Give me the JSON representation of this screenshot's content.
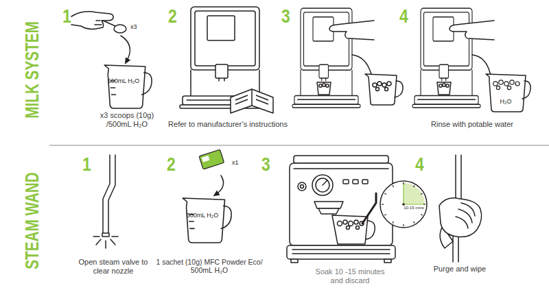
{
  "diagram": {
    "nodes": [
      {
        "text": [
          "500mL H₂O"
        ]
      },
      {
        "text": [
          "H₂O"
        ]
      },
      {
        "text": [
          "500mL H₂O"
        ]
      },
      {
        "text": [
          "10-15 mins"
        ]
      }
    ],
    "labels": [
      "MILK SYSTEM",
      "1",
      "x3",
      "x3 scoops (10g) /500mL H₂O",
      "2",
      "Refer to manufacturer’s instructions",
      "3",
      "4",
      "Rinse with potable water",
      "STEAM WAND",
      "1",
      "Open steam valve to clear nozzle",
      "2",
      "x1",
      "1 sachet (10g) MFC Powder Eco/ 500mL H₂O",
      "3",
      "Soak 10 -15 minutes and discard",
      "4",
      "Purge and wipe"
    ]
  }
}
